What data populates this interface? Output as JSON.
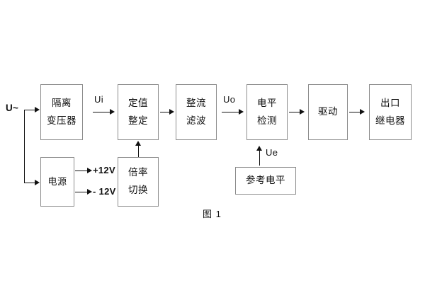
{
  "diagram": {
    "caption": "图 1",
    "source_label": "U~",
    "blocks": [
      {
        "id": "isolation-transformer",
        "lines": [
          "隔离",
          "变压器"
        ]
      },
      {
        "id": "setting-adjust",
        "lines": [
          "定值",
          "整定"
        ]
      },
      {
        "id": "rectify-filter",
        "lines": [
          "整流",
          "滤波"
        ]
      },
      {
        "id": "level-detect",
        "lines": [
          "电平",
          "检测"
        ]
      },
      {
        "id": "drive",
        "lines": [
          "驱动"
        ]
      },
      {
        "id": "output-relay",
        "lines": [
          "出口",
          "继电器"
        ]
      },
      {
        "id": "power-supply",
        "lines": [
          "电源"
        ]
      },
      {
        "id": "multiplier-switch",
        "lines": [
          "倍率",
          "切换"
        ]
      },
      {
        "id": "reference-level",
        "lines": [
          "参考电平"
        ]
      }
    ],
    "signal_labels": {
      "ui": "Ui",
      "uo": "Uo",
      "ue": "Ue"
    },
    "rail_labels": {
      "positive": "+12V",
      "negative": "- 12V"
    },
    "colors": {
      "box_border": "#8c8c8c",
      "line": "#111111",
      "text": "#111111",
      "background": "#ffffff"
    }
  }
}
